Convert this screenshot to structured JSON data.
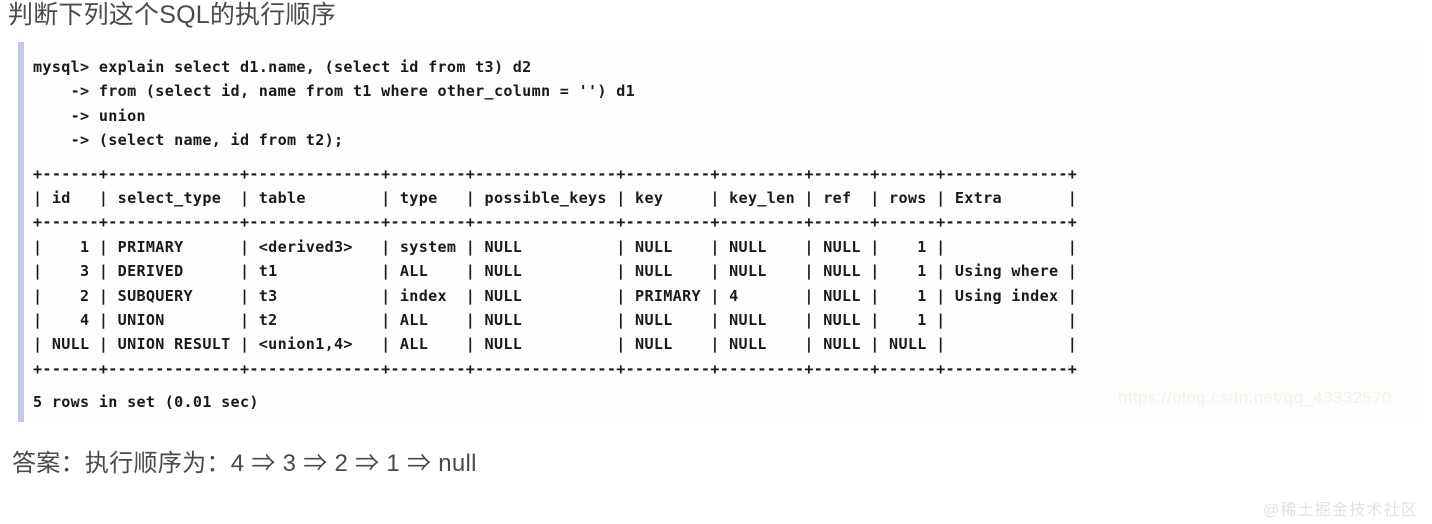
{
  "heading": "判断下列这个SQL的执行顺序",
  "answer": "答案：执行顺序为：4 ⇒ 3 ⇒ 2 ⇒ 1 ⇒ null",
  "watermarks": {
    "csdn": "https://blog.csdn.net/qq_43332570",
    "juejin": "@稀土掘金技术社区"
  },
  "terminal": {
    "prompt": "mysql>",
    "continuation": "->",
    "query_lines": [
      "mysql> explain select d1.name, (select id from t3) d2",
      "    -> from (select id, name from t1 where other_column = '') d1",
      "    -> union",
      "    -> (select name, id from t2);"
    ],
    "footer": "5 rows in set (0.01 sec)",
    "row_count": 5,
    "elapsed": "0.01 sec"
  },
  "explain_table": {
    "columns": [
      {
        "name": "id",
        "width": 4,
        "align": "right"
      },
      {
        "name": "select_type",
        "width": 12,
        "align": "left"
      },
      {
        "name": "table",
        "width": 12,
        "align": "left"
      },
      {
        "name": "type",
        "width": 6,
        "align": "left"
      },
      {
        "name": "possible_keys",
        "width": 13,
        "align": "left"
      },
      {
        "name": "key",
        "width": 7,
        "align": "left"
      },
      {
        "name": "key_len",
        "width": 7,
        "align": "left"
      },
      {
        "name": "ref",
        "width": 4,
        "align": "left"
      },
      {
        "name": "rows",
        "width": 4,
        "align": "right"
      },
      {
        "name": "Extra",
        "width": 11,
        "align": "left"
      }
    ],
    "rows": [
      {
        "id": "1",
        "select_type": "PRIMARY",
        "table": "<derived3>",
        "type": "system",
        "possible_keys": "NULL",
        "key": "NULL",
        "key_len": "NULL",
        "ref": "NULL",
        "rows": "1",
        "extra": ""
      },
      {
        "id": "3",
        "select_type": "DERIVED",
        "table": "t1",
        "type": "ALL",
        "possible_keys": "NULL",
        "key": "NULL",
        "key_len": "NULL",
        "ref": "NULL",
        "rows": "1",
        "extra": "Using where"
      },
      {
        "id": "2",
        "select_type": "SUBQUERY",
        "table": "t3",
        "type": "index",
        "possible_keys": "NULL",
        "key": "PRIMARY",
        "key_len": "4",
        "ref": "NULL",
        "rows": "1",
        "extra": "Using index"
      },
      {
        "id": "4",
        "select_type": "UNION",
        "table": "t2",
        "type": "ALL",
        "possible_keys": "NULL",
        "key": "NULL",
        "key_len": "NULL",
        "ref": "NULL",
        "rows": "1",
        "extra": ""
      },
      {
        "id": "NULL",
        "select_type": "UNION RESULT",
        "table": "<union1,4>",
        "type": "ALL",
        "possible_keys": "NULL",
        "key": "NULL",
        "key_len": "NULL",
        "ref": "NULL",
        "rows": "NULL",
        "extra": ""
      }
    ]
  }
}
